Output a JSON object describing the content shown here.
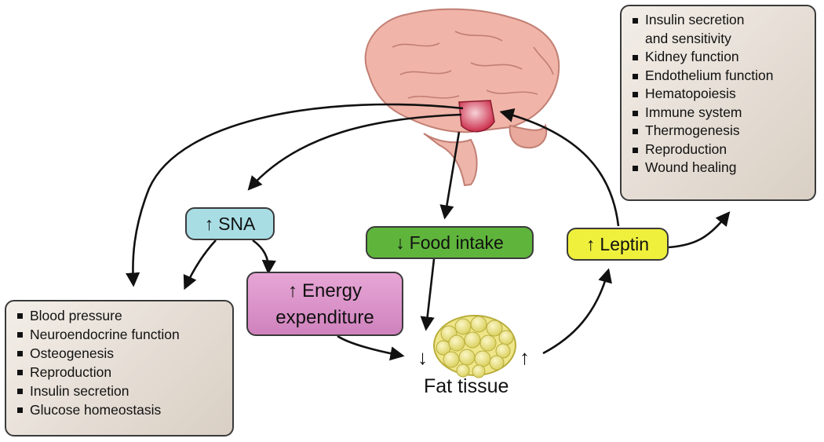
{
  "nodes": {
    "sna": {
      "arrow": "↑",
      "text": "SNA"
    },
    "food_intake": {
      "arrow": "↓",
      "text": "Food intake"
    },
    "leptin": {
      "arrow": "↑",
      "text": "Leptin"
    },
    "energy": {
      "arrow": "↑",
      "line1": "Energy",
      "line2": "expenditure"
    },
    "fat_tissue": {
      "text": "Fat tissue",
      "down_arrow": "↓",
      "up_arrow": "↑"
    }
  },
  "left_list": {
    "items": [
      "Blood pressure",
      "Neuroendocrine function",
      "Osteogenesis",
      "Reproduction",
      "Insulin secretion",
      "Glucose homeostasis"
    ]
  },
  "right_list": {
    "items": [
      "Insulin secretion",
      "and sensitivity",
      "Kidney function",
      "Endothelium function",
      "Hematopoiesis",
      "Immune system",
      "Thermogenesis",
      "Reproduction",
      "Wound healing"
    ]
  },
  "colors": {
    "sna": "#a9dde4",
    "food_intake": "#5fb53c",
    "leptin": "#eff03c",
    "energy": "#d98ec6",
    "brain": "#f0b4a8",
    "hypothalamus": "#d23b55",
    "fat": "#efe68a"
  }
}
